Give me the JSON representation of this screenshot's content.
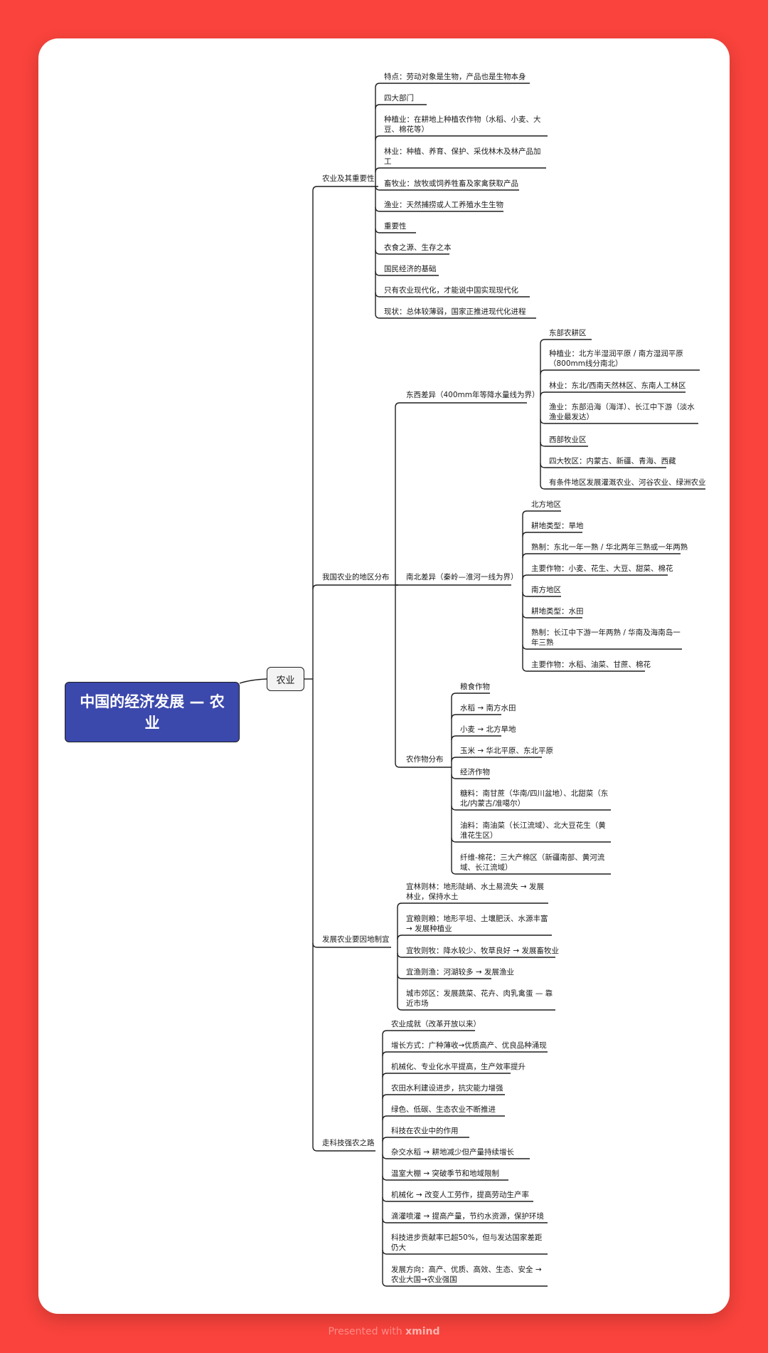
{
  "root": "中国的经济发展 — 农业",
  "main": "农业",
  "branches": [
    {
      "label": "农业及其重要性",
      "items": [
        "特点：劳动对象是生物，产品也是生物本身",
        "四大部门",
        "种植业：在耕地上种植农作物（水稻、小麦、大豆、棉花等）",
        "林业：种植、养育、保护、采伐林木及林产品加工",
        "畜牧业：放牧或饲养牲畜及家禽获取产品",
        "渔业：天然捕捞或人工养殖水生生物",
        "重要性",
        "衣食之源、生存之本",
        "国民经济的基础",
        "只有农业现代化，才能说中国实现现代化",
        "现状：总体较薄弱，国家正推进现代化进程"
      ]
    },
    {
      "label": "我国农业的地区分布",
      "groups": [
        {
          "label": "东西差异（400mm年等降水量线为界）",
          "items": [
            "东部农耕区",
            "种植业：北方半湿润平原 / 南方湿润平原（800mm线分南北）",
            "林业：东北/西南天然林区、东南人工林区",
            "渔业：东部沿海（海洋）、长江中下游（淡水渔业最发达）",
            "西部牧业区",
            "四大牧区：内蒙古、新疆、青海、西藏",
            "有条件地区发展灌溉农业、河谷农业、绿洲农业"
          ]
        },
        {
          "label": "南北差异（秦岭—淮河一线为界）",
          "items": [
            "北方地区",
            "耕地类型：旱地",
            "熟制：东北一年一熟 / 华北两年三熟或一年两熟",
            "主要作物：小麦、花生、大豆、甜菜、棉花",
            "南方地区",
            "耕地类型：水田",
            "熟制：长江中下游一年两熟 / 华南及海南岛一年三熟",
            "主要作物：水稻、油菜、甘蔗、棉花"
          ]
        },
        {
          "label": "农作物分布",
          "items": [
            "粮食作物",
            "水稻 → 南方水田",
            "小麦 → 北方旱地",
            "玉米 → 华北平原、东北平原",
            "经济作物",
            "糖料：南甘蔗（华南/四川盆地）、北甜菜（东北/内蒙古/准噶尔）",
            "油料：南油菜（长江流域）、北大豆花生（黄淮花生区）",
            "纤维-棉花：三大产棉区（新疆南部、黄河流域、长江流域）"
          ]
        }
      ]
    },
    {
      "label": "发展农业要因地制宜",
      "items": [
        "宜林则林：地形陡峭、水土易流失 → 发展林业，保持水土",
        "宜粮则粮：地形平坦、土壤肥沃、水源丰富 → 发展种植业",
        "宜牧则牧：降水较少、牧草良好 → 发展畜牧业",
        "宜渔则渔：河湖较多 → 发展渔业",
        "城市郊区：发展蔬菜、花卉、肉乳禽蛋 — 靠近市场"
      ]
    },
    {
      "label": "走科技强农之路",
      "items": [
        "农业成就（改革开放以来）",
        "增长方式：广种薄收→优质高产、优良品种涌现",
        "机械化、专业化水平提高，生产效率提升",
        "农田水利建设进步，抗灾能力增强",
        "绿色、低碳、生态农业不断推进",
        "科技在农业中的作用",
        "杂交水稻 → 耕地减少但产量持续增长",
        "温室大棚 → 突破季节和地域限制",
        "机械化 → 改变人工劳作，提高劳动生产率",
        "滴灌喷灌 → 提高产量，节约水资源，保护环境",
        "科技进步贡献率已超50%，但与发达国家差距仍大",
        "发展方向：高产、优质、高效、生态、安全 → 农业大国→农业强国"
      ]
    }
  ],
  "footer": {
    "prefix": "Presented with",
    "brand": "xmind"
  }
}
